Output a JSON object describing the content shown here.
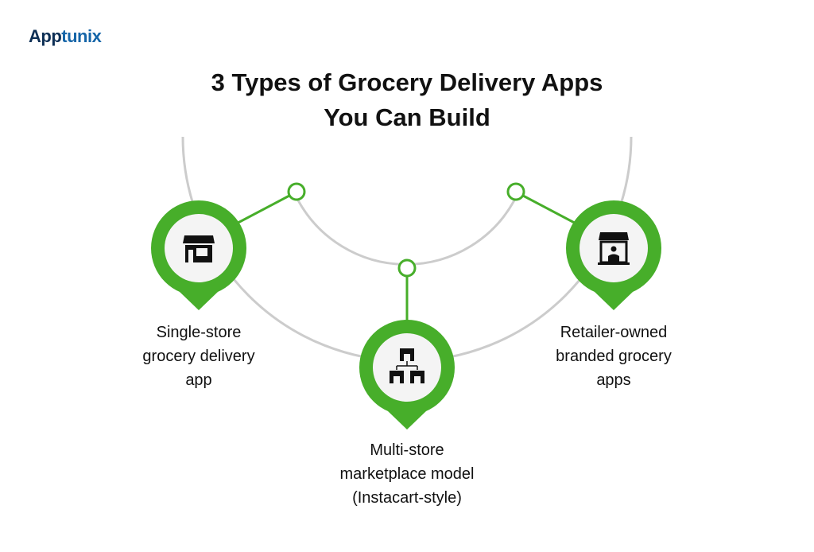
{
  "brand": {
    "logo_prefix": "App",
    "logo_suffix": "tunix"
  },
  "title": {
    "line1": "3 Types of Grocery Delivery Apps",
    "line2": "You Can Build"
  },
  "colors": {
    "accent": "#47ae2a",
    "arc": "#cccccc",
    "icon_bg": "#f4f4f4"
  },
  "items": [
    {
      "icon": "storefront-icon",
      "lines": [
        "Single-store",
        "grocery delivery",
        "app"
      ]
    },
    {
      "icon": "multi-store-network-icon",
      "lines": [
        "Multi-store",
        "marketplace model",
        "(Instacart-style)"
      ]
    },
    {
      "icon": "retailer-shop-icon",
      "lines": [
        "Retailer-owned",
        "branded grocery",
        "apps"
      ]
    }
  ]
}
